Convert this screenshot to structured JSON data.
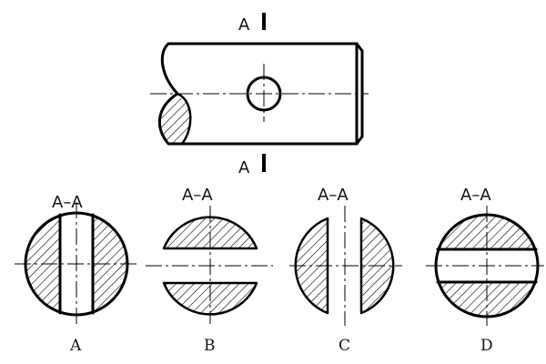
{
  "top_view": {
    "section_mark_top": "A",
    "section_mark_bottom": "A"
  },
  "options": [
    {
      "id": "A",
      "caption": "A–A",
      "label": "A"
    },
    {
      "id": "B",
      "caption": "A–A",
      "label": "B"
    },
    {
      "id": "C",
      "caption": "A–A",
      "label": "C"
    },
    {
      "id": "D",
      "caption": "A–A",
      "label": "D"
    }
  ]
}
